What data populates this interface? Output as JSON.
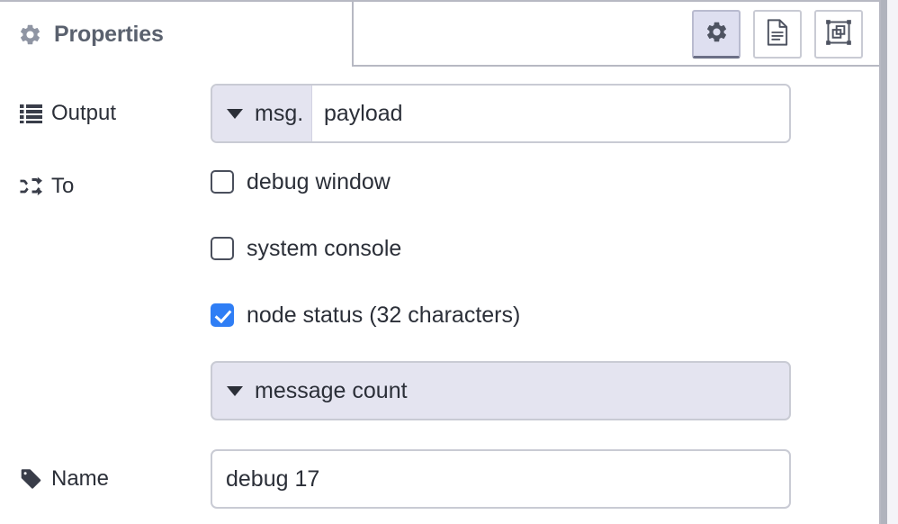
{
  "panel": {
    "tab_title": "Properties",
    "tab_icon": "gear-icon",
    "tab_buttons": [
      {
        "name": "properties-tab-button",
        "icon": "gear-icon",
        "selected": true
      },
      {
        "name": "description-tab-button",
        "icon": "document-icon",
        "selected": false
      },
      {
        "name": "appearance-tab-button",
        "icon": "appearance-icon",
        "selected": false
      }
    ]
  },
  "form": {
    "output": {
      "label": "Output",
      "icon": "list-icon",
      "type_prefix": "msg.",
      "value": "payload",
      "placeholder": ""
    },
    "to": {
      "label": "To",
      "icon": "shuffle-icon",
      "checkboxes": [
        {
          "label": "debug window",
          "checked": false,
          "name": "checkbox-debug-window"
        },
        {
          "label": "system console",
          "checked": false,
          "name": "checkbox-system-console"
        },
        {
          "label": "node status (32 characters)",
          "checked": true,
          "name": "checkbox-node-status"
        }
      ],
      "status_select": {
        "value": "message count",
        "name": "status-type-select"
      }
    },
    "name": {
      "label": "Name",
      "icon": "tag-icon",
      "value": "debug 17",
      "placeholder": "Name"
    }
  },
  "colors": {
    "accent_checked": "#2f7ef5",
    "field_border": "#c9cbd4",
    "prefix_bg": "#e4e4f0",
    "tab_selected_bg": "#dedff0",
    "title_text": "#5a616e",
    "body_text": "#2b2f38",
    "panel_border": "#b7b9c3",
    "drag_handle": "#b0b3bd",
    "canvas_bg": "#f4f4f8"
  }
}
